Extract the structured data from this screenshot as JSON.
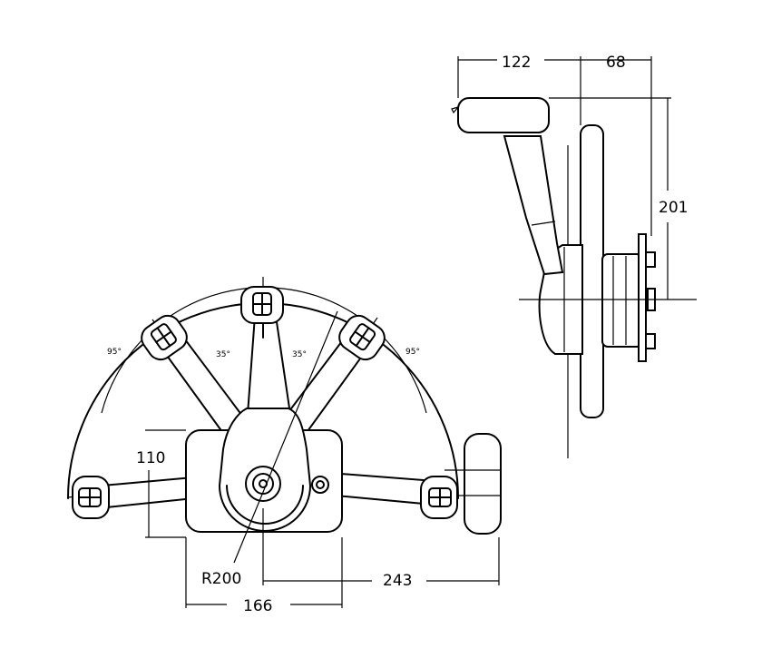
{
  "front_view": {
    "dims": {
      "height_110": "110",
      "radius": "R200",
      "width_166": "166",
      "offset_243": "243"
    },
    "angles": {
      "left_outer": "95°",
      "left_inner": "35°",
      "right_inner": "35°",
      "right_outer": "95°"
    }
  },
  "side_view": {
    "dims": {
      "depth_122": "122",
      "depth_68": "68",
      "height_201": "201"
    }
  }
}
